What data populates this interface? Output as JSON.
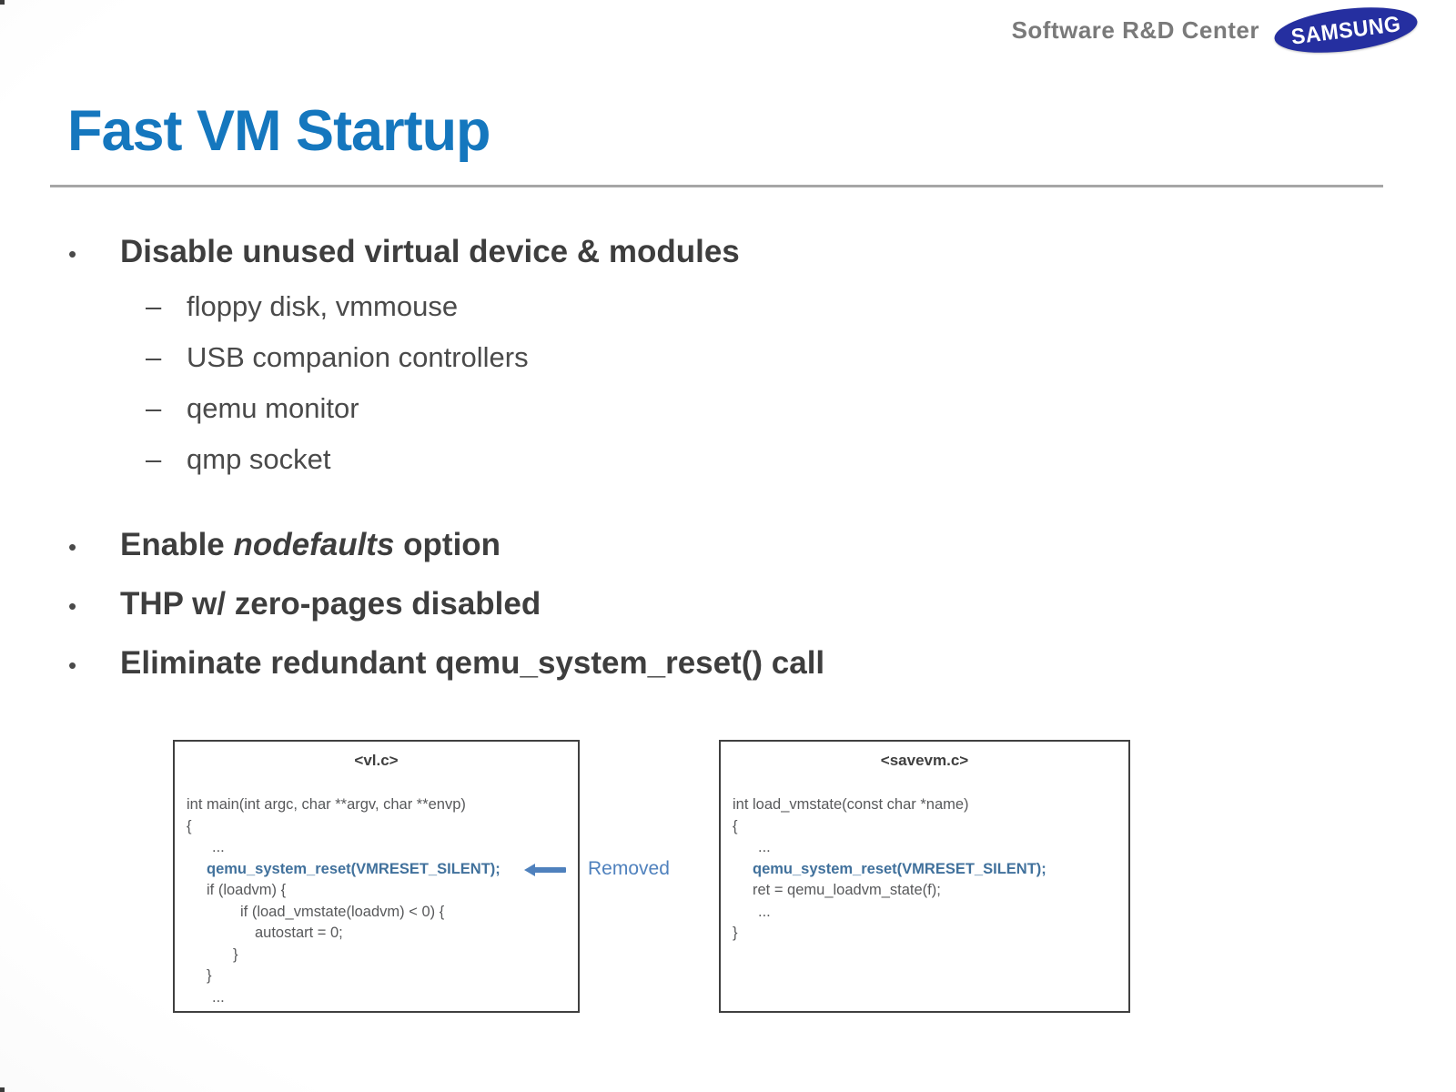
{
  "header": {
    "department": "Software R&D Center",
    "logo_text": "SAMSUNG"
  },
  "title": "Fast VM Startup",
  "markers": {
    "dot": "•",
    "dash": "–"
  },
  "bullets": {
    "b1": "Disable unused virtual device & modules",
    "b1_subs": [
      "floppy disk, vmmouse",
      "USB companion controllers",
      "qemu monitor",
      "qmp socket"
    ],
    "b2_pre": "Enable ",
    "b2_italic": "nodefaults",
    "b2_post": " option",
    "b3": "THP w/ zero-pages disabled",
    "b4": "Eliminate redundant qemu_system_reset() call"
  },
  "code": {
    "left": {
      "title": "<vl.c>",
      "lines": [
        "int main(int argc, char **argv, char **envp)",
        "{",
        "...",
        "qemu_system_reset(VMRESET_SILENT);",
        "if (loadvm) {",
        "if (load_vmstate(loadvm) < 0) {",
        "autostart = 0;",
        "}",
        "}",
        "..."
      ]
    },
    "right": {
      "title": "<savevm.c>",
      "lines": [
        "int load_vmstate(const char *name)",
        "{",
        "...",
        "qemu_system_reset(VMRESET_SILENT);",
        "ret = qemu_loadvm_state(f);",
        "...",
        "}"
      ]
    },
    "removed_label": "Removed"
  },
  "colors": {
    "title_blue": "#1577be",
    "accent_code_blue": "#41719c",
    "annotation_blue": "#4f81bd",
    "logo_blue": "#252fa0",
    "body_text": "#3e3e3e"
  }
}
